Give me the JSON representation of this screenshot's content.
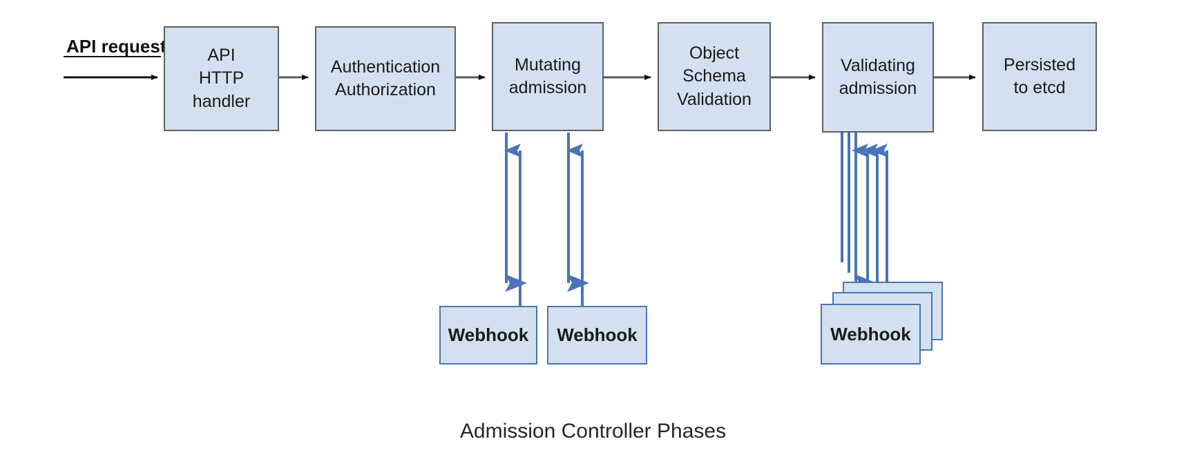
{
  "diagram": {
    "title": "Admission Controller Phases",
    "colors": {
      "box_fill": "#d3e0ef",
      "box_stroke": "#5a5f66",
      "webhook_stroke": "#4a74b5",
      "arrow_black": "#111111",
      "arrow_blue": "#4a74b5",
      "text": "#1b1b1b",
      "caption": "#262626",
      "background": "#ffffff"
    },
    "entry_label": "API request",
    "stages": [
      {
        "id": "api-http-handler",
        "label": "API\nHTTP\nhandler"
      },
      {
        "id": "authentication",
        "label": "Authentication\nAuthorization"
      },
      {
        "id": "mutating-admission",
        "label": "Mutating\nadmission"
      },
      {
        "id": "object-schema",
        "label": "Object\nSchema\nValidation"
      },
      {
        "id": "validating-admission",
        "label": "Validating\nadmission"
      },
      {
        "id": "persisted-to-etcd",
        "label": "Persisted\nto etcd"
      }
    ],
    "webhooks": {
      "mutating": [
        {
          "id": "mutating-webhook-1",
          "label": "Webhook"
        },
        {
          "id": "mutating-webhook-2",
          "label": "Webhook"
        }
      ],
      "validating": [
        {
          "id": "validating-webhook-stack",
          "label": "Webhook",
          "stack_count": 3
        }
      ]
    },
    "flow": [
      "API request",
      "API HTTP handler",
      "Authentication Authorization",
      "Mutating admission",
      "Object Schema Validation",
      "Validating admission",
      "Persisted to etcd"
    ]
  }
}
